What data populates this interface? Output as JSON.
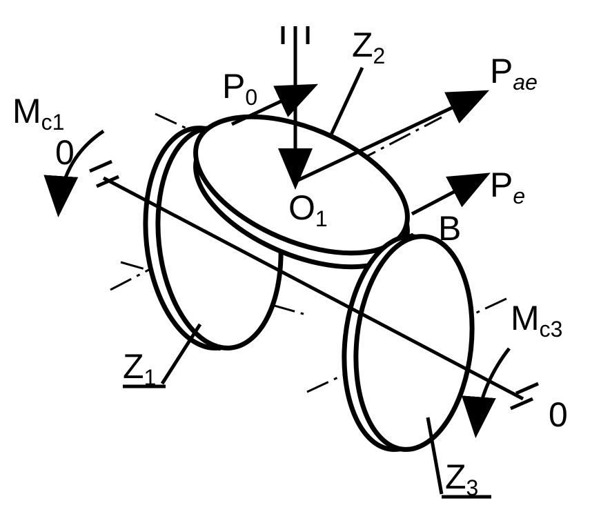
{
  "labels": {
    "m_c1": {
      "base": "M",
      "sub": "c1"
    },
    "zero_left": "0",
    "p0": {
      "base": "P",
      "sub": "0"
    },
    "z2": {
      "base": "Z",
      "sub": "2"
    },
    "p_ae": {
      "base": "P",
      "sub": "ae"
    },
    "p_e": {
      "base": "P",
      "sub": "e"
    },
    "o1": {
      "base": "O",
      "sub": "1"
    },
    "b": "B",
    "m_c3": {
      "base": "M",
      "sub": "c3"
    },
    "z1": {
      "base": "Z",
      "sub": "1"
    },
    "zero_right": "0",
    "z3": {
      "base": "Z",
      "sub": "3"
    }
  }
}
